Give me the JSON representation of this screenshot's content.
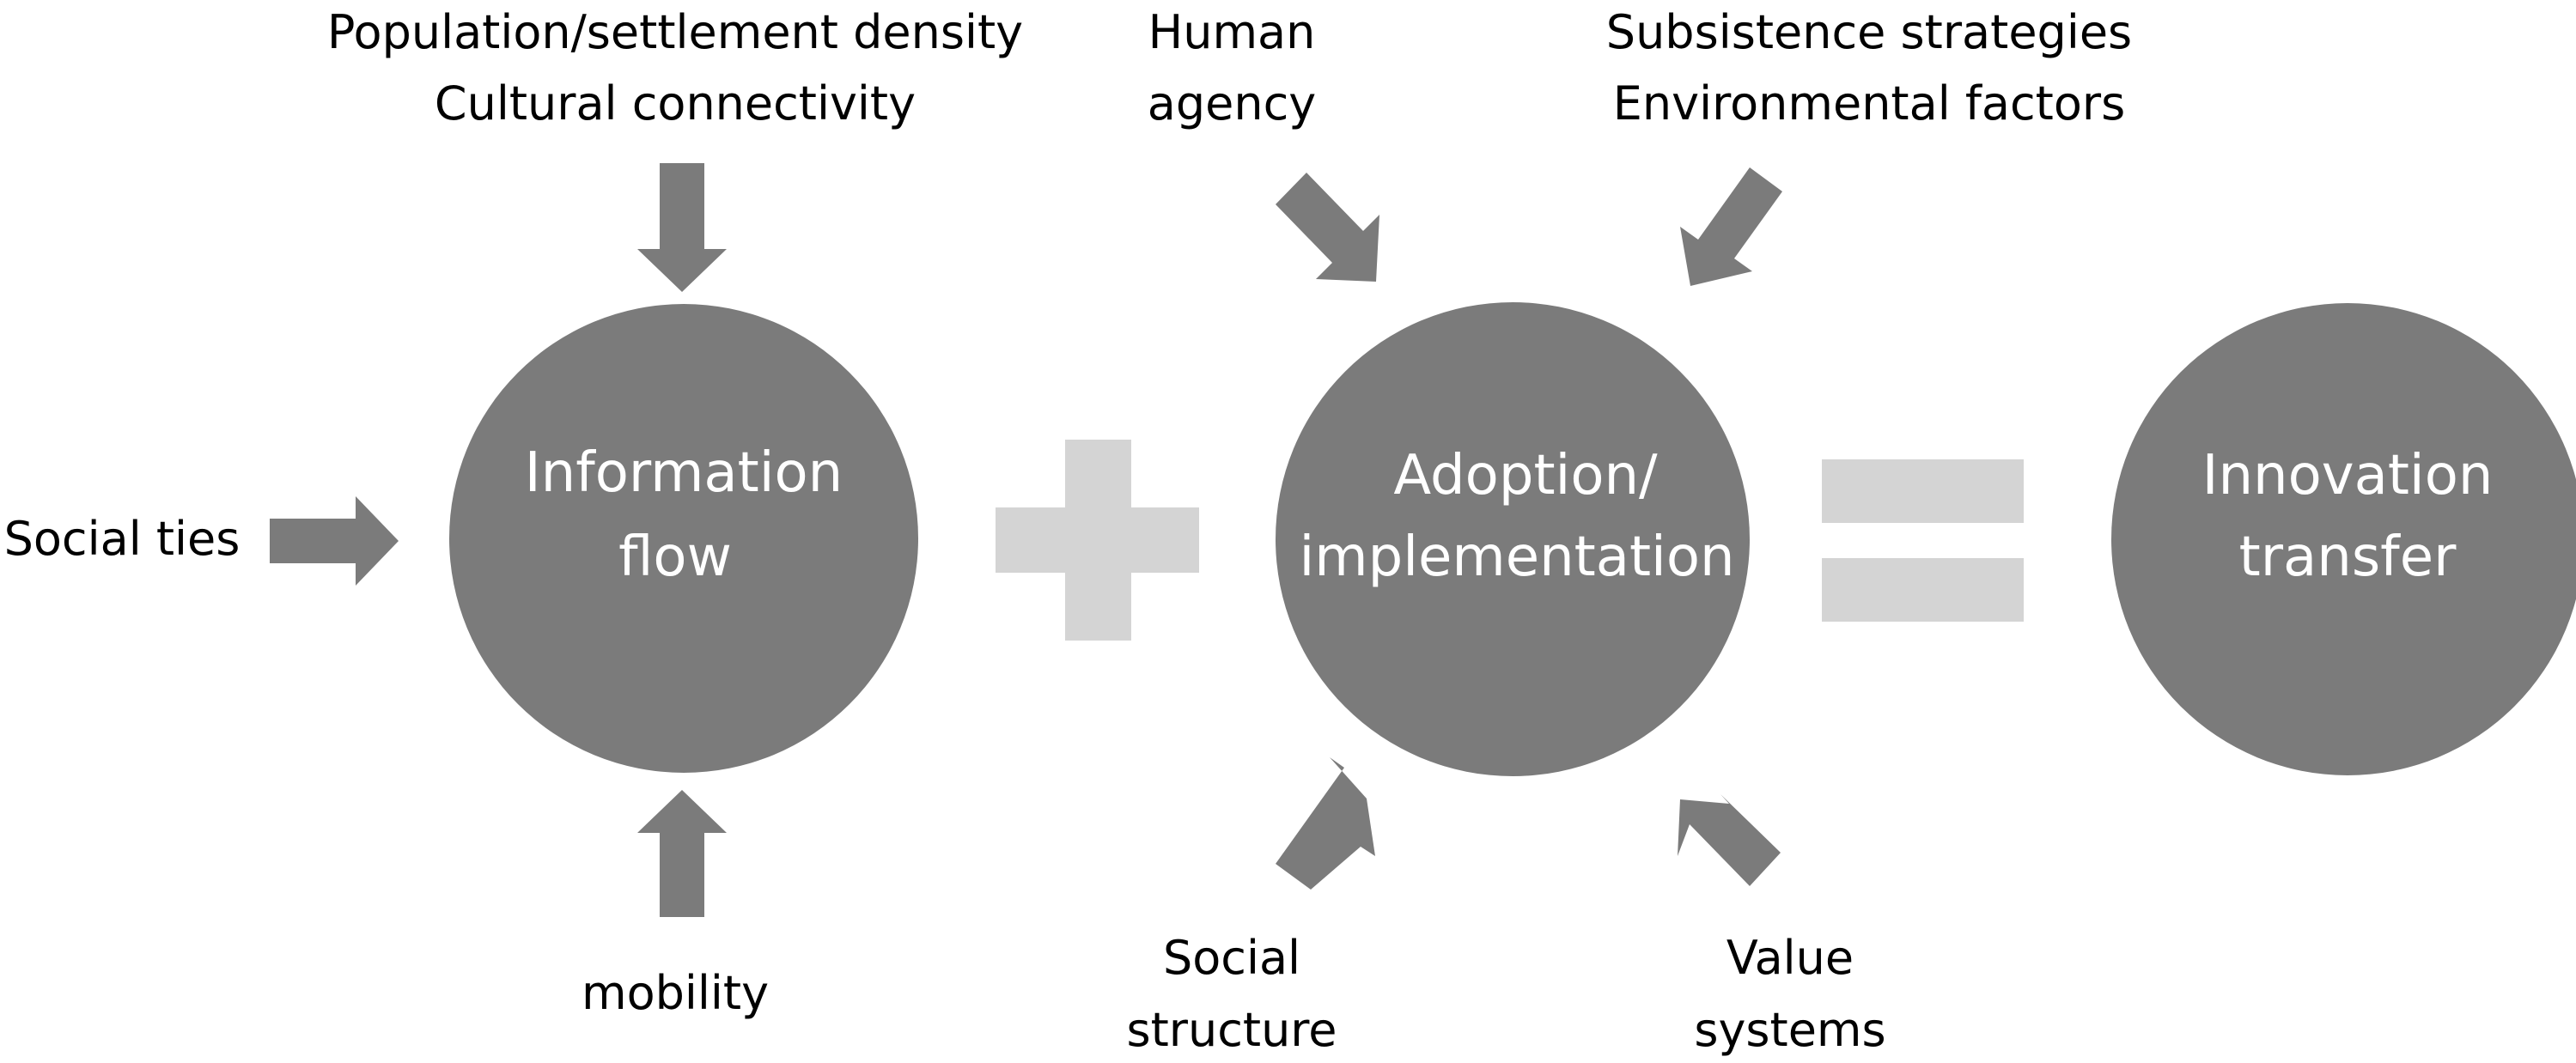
{
  "colors": {
    "circle": "#7b7b7b",
    "arrow": "#7b7b7b",
    "operator": "#d4d4d4",
    "node_text": "#ffffff",
    "label_text": "#000000"
  },
  "nodes": {
    "information_flow": {
      "line1": "Information",
      "line2": "flow"
    },
    "adoption": {
      "line1": "Adoption/",
      "line2": "implementation"
    },
    "innovation": {
      "line1": "Innovation",
      "line2": "transfer"
    }
  },
  "operators": {
    "plus": "+",
    "equals": "="
  },
  "influences": {
    "population": {
      "line1": "Population/settlement density",
      "line2": "Cultural connectivity"
    },
    "social_ties": "Social ties",
    "mobility": "mobility",
    "human_agency": {
      "line1": "Human",
      "line2": "agency"
    },
    "subsistence": {
      "line1": "Subsistence strategies",
      "line2": "Environmental factors"
    },
    "social_structure": {
      "line1": "Social",
      "line2": "structure"
    },
    "value_systems": {
      "line1": "Value",
      "line2": "systems"
    }
  }
}
